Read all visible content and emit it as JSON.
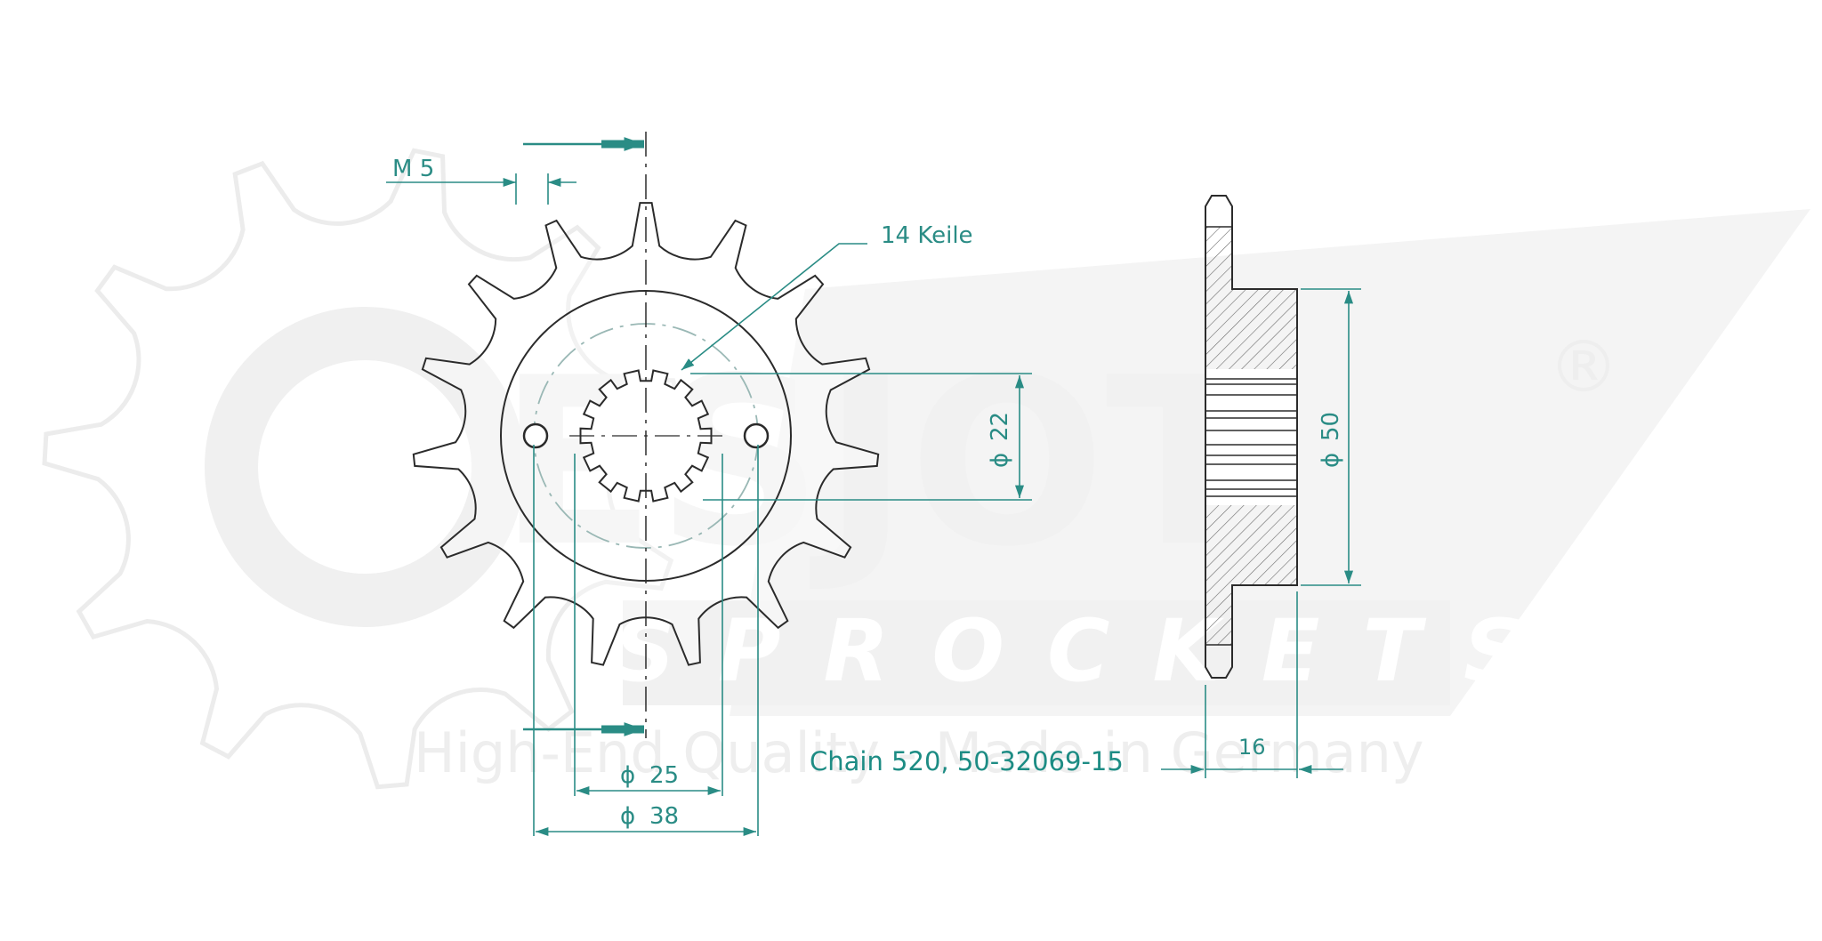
{
  "watermark": {
    "brand": "ESJOT",
    "registered": "®",
    "subtitle": "SPROCKETS",
    "tagline": "High-End Quality - Made in Germany"
  },
  "labels": {
    "thread": "M 5",
    "splines": "14 Keile",
    "spline_dia": "22",
    "inner_dia": "25",
    "bolt_circle_dia": "38",
    "hub_dia": "50",
    "width": "16",
    "diameter_symbol": "ϕ",
    "chain_info": "Chain 520, 50-32069-15"
  },
  "sprocket": {
    "teeth": 15,
    "spline_count": 14,
    "bolt_holes": 2
  },
  "colors": {
    "line": "#2b2b2b",
    "dimension": "#2a8c85",
    "dashed": "#9ab8b5",
    "hatch": "#6a6a6a",
    "watermark": "#efefef"
  }
}
